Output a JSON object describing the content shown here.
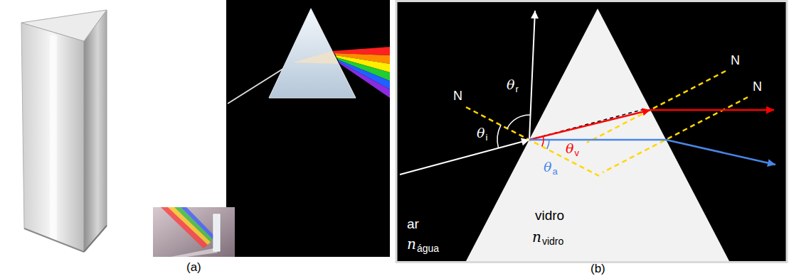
{
  "diagram": {
    "labels": [
      "(a)",
      "(b)",
      "N",
      "N",
      "N",
      "θ",
      "r",
      "θ",
      "i",
      "θ",
      "v",
      "θ",
      "a",
      "vidro",
      "n",
      "vidro",
      "ar",
      "n",
      "água"
    ]
  }
}
